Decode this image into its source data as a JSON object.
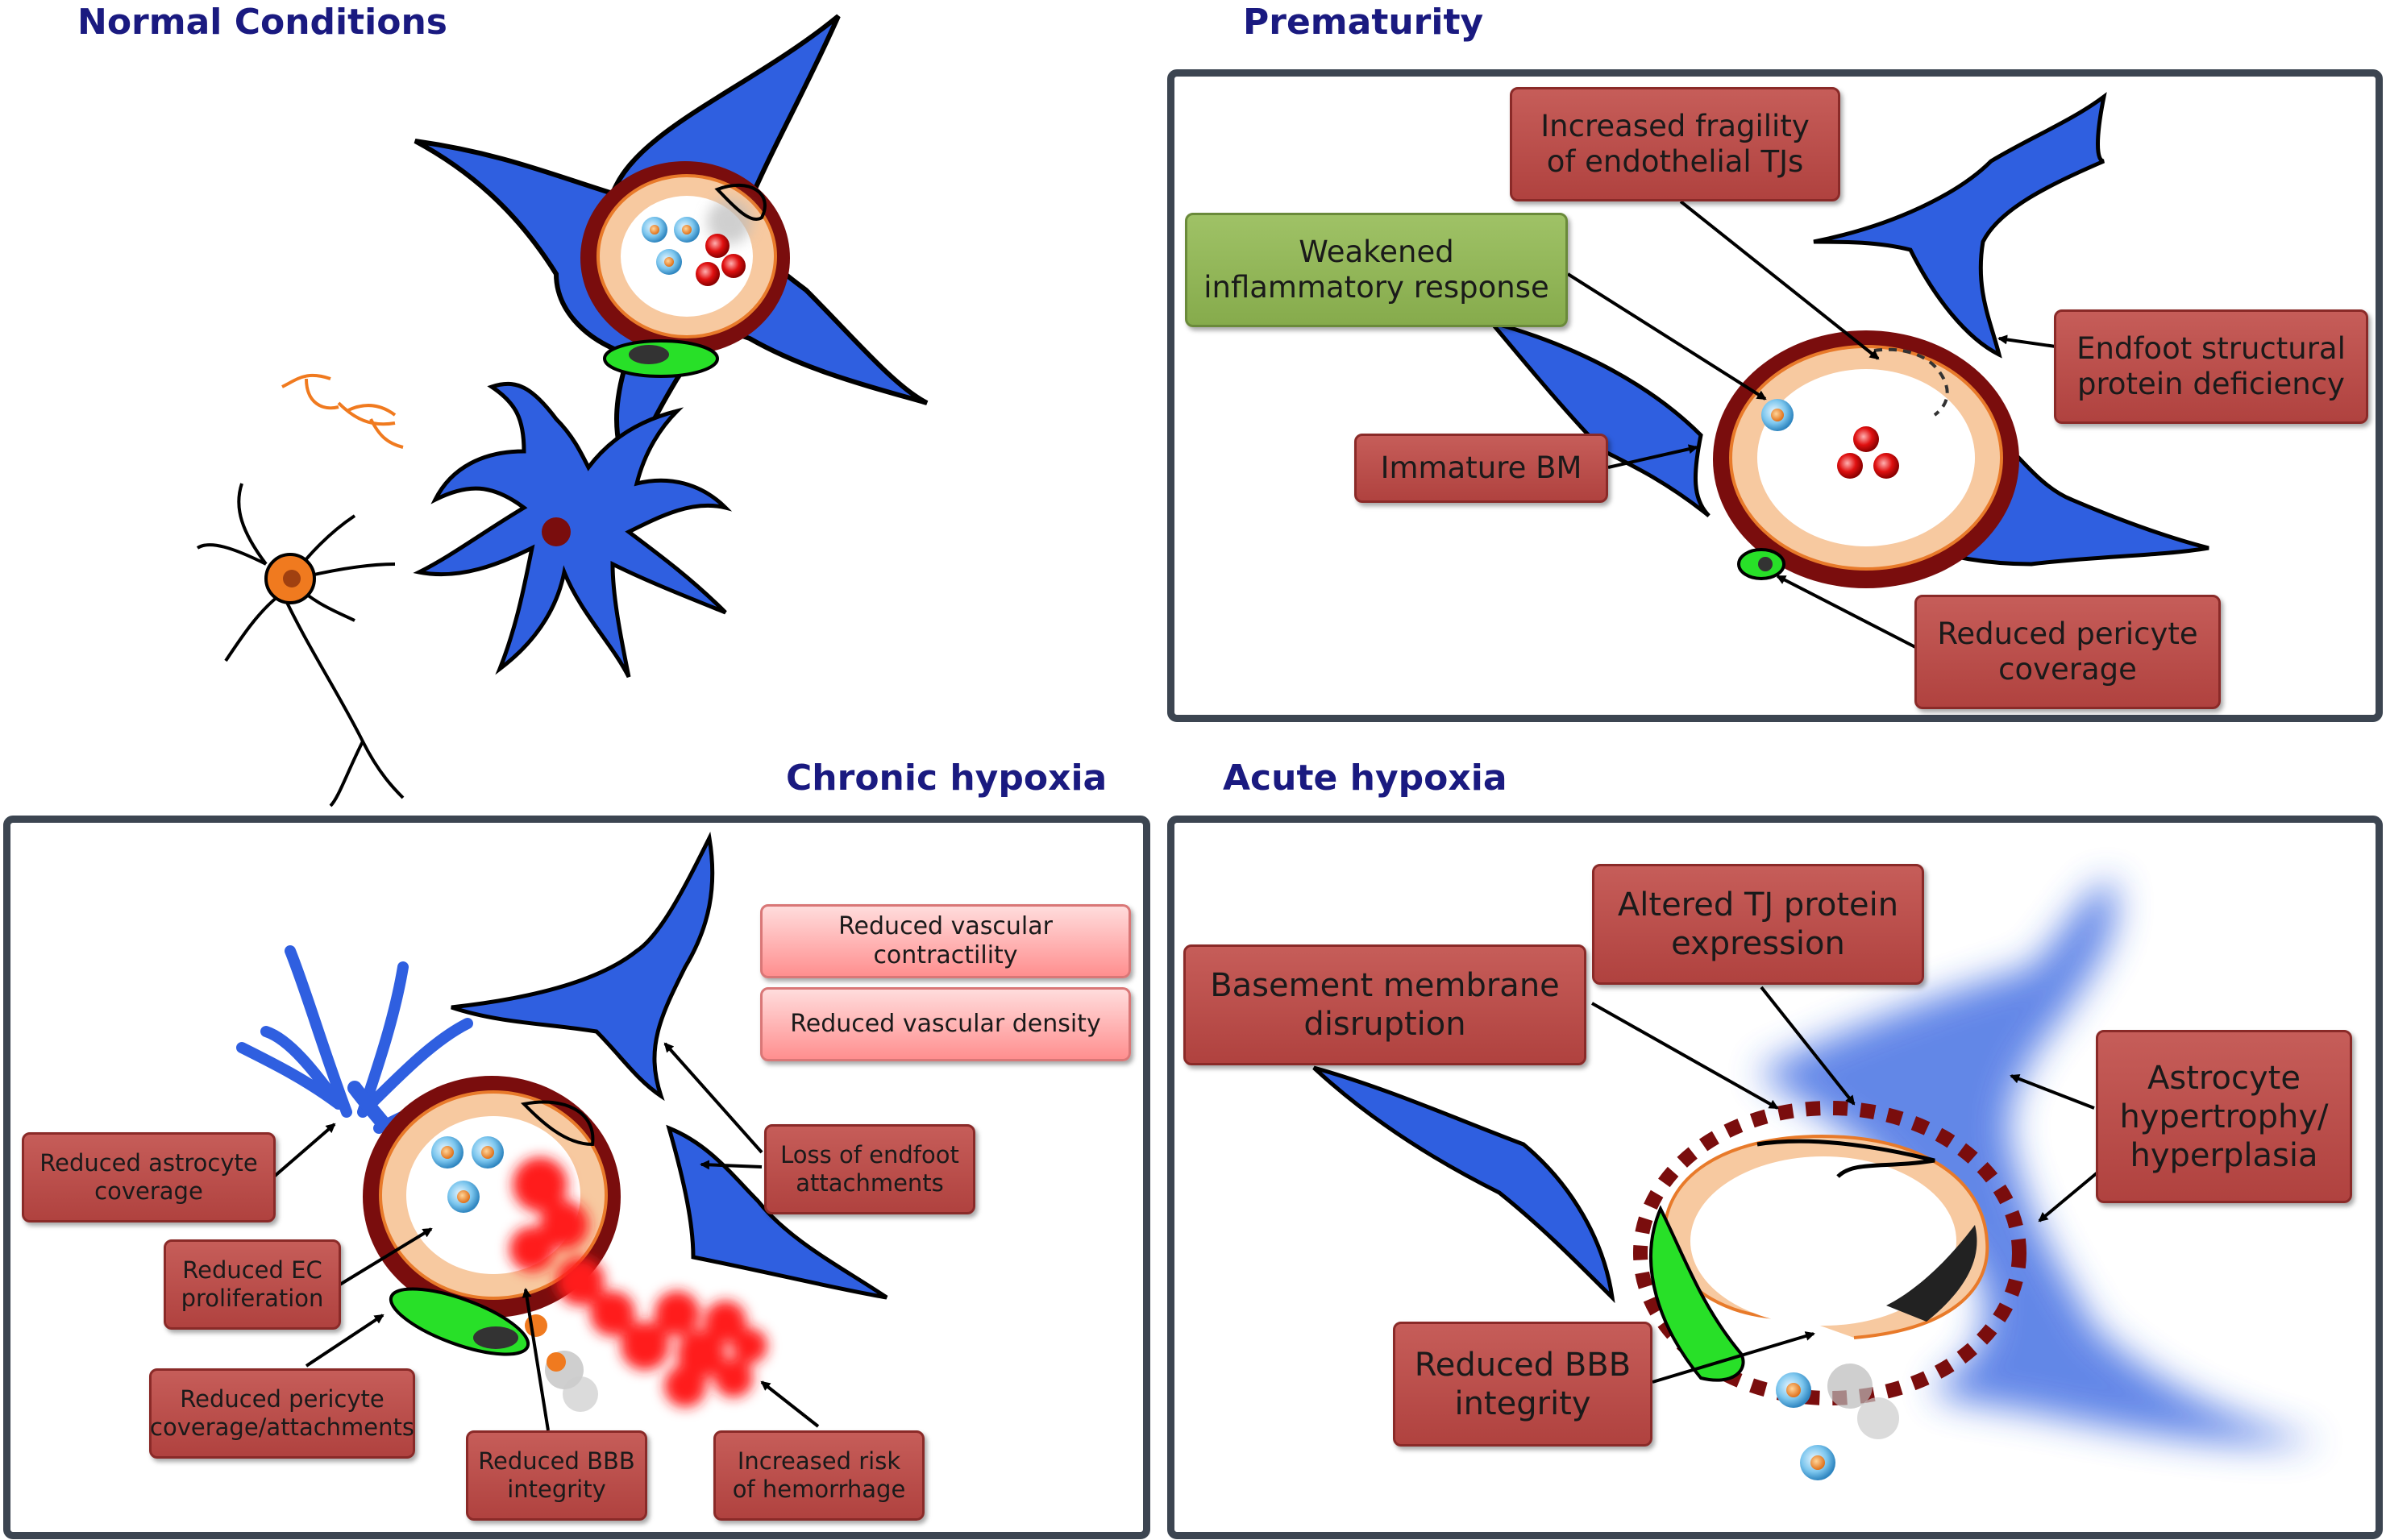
{
  "titles": {
    "normal": "Normal Conditions",
    "prematurity": "Prematurity",
    "chronic": "Chronic hypoxia",
    "acute": "Acute hypoxia"
  },
  "prematurity": {
    "fragility": "Increased fragility of endothelial TJs",
    "inflammatory": "Weakened inflammatory response",
    "endfoot": "Endfoot structural protein deficiency",
    "bm": "Immature BM",
    "pericyte": "Reduced pericyte coverage"
  },
  "chronic": {
    "contractility": "Reduced  vascular contractility",
    "density": "Reduced  vascular density",
    "astrocyte": "Reduced astrocyte coverage",
    "endfoot": "Loss of endfoot attachments",
    "ec": "Reduced EC proliferation",
    "pericyte": "Reduced pericyte coverage/attachments",
    "bbb": "Reduced BBB integrity",
    "hemorrhage": "Increased risk of hemorrhage"
  },
  "acute": {
    "basement": "Basement membrane disruption",
    "tj": "Altered TJ protein expression",
    "astrocyte": "Astrocyte hypertrophy/ hyperplasia",
    "bbb": "Reduced BBB integrity"
  },
  "colors": {
    "title": "#1a1a80",
    "panel_border": "#3c4551",
    "astrocyte": "#2f5fe0",
    "vessel_wall": "#7a0d0d",
    "endothelium": "#f7c9a0",
    "label_red": "#c0504d",
    "label_green": "#9bbb59",
    "pericyte": "#28e028",
    "neuron": "#f07a1f",
    "hemorrhage": "#ff1a1a"
  }
}
